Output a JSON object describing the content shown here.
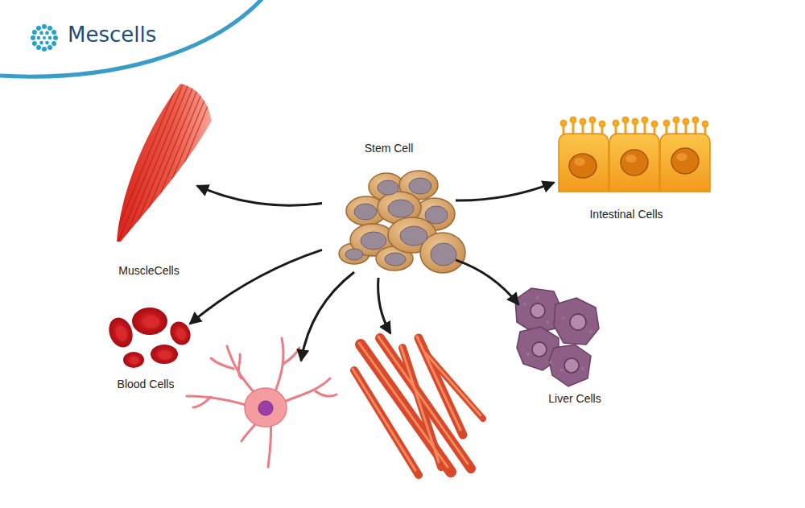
{
  "diagram": {
    "nodes": [
      {
        "text": [
          "Stem Cell"
        ]
      },
      {
        "text": [
          "MuscleCells"
        ]
      },
      {
        "text": [
          "Intestinal Cells"
        ]
      },
      {
        "text": [
          "Blood Cells"
        ]
      },
      {
        "text": [
          "Liver Cells"
        ]
      }
    ],
    "edges": [
      {
        "from": 0,
        "to": 1,
        "arrow": "to"
      },
      {
        "from": 0,
        "to": 2,
        "arrow": "to"
      },
      {
        "from": 0,
        "to": 3,
        "arrow": "to"
      },
      {
        "from": 0,
        "to": 4,
        "arrow": "to"
      }
    ],
    "labels": [
      "Mescells"
    ]
  }
}
